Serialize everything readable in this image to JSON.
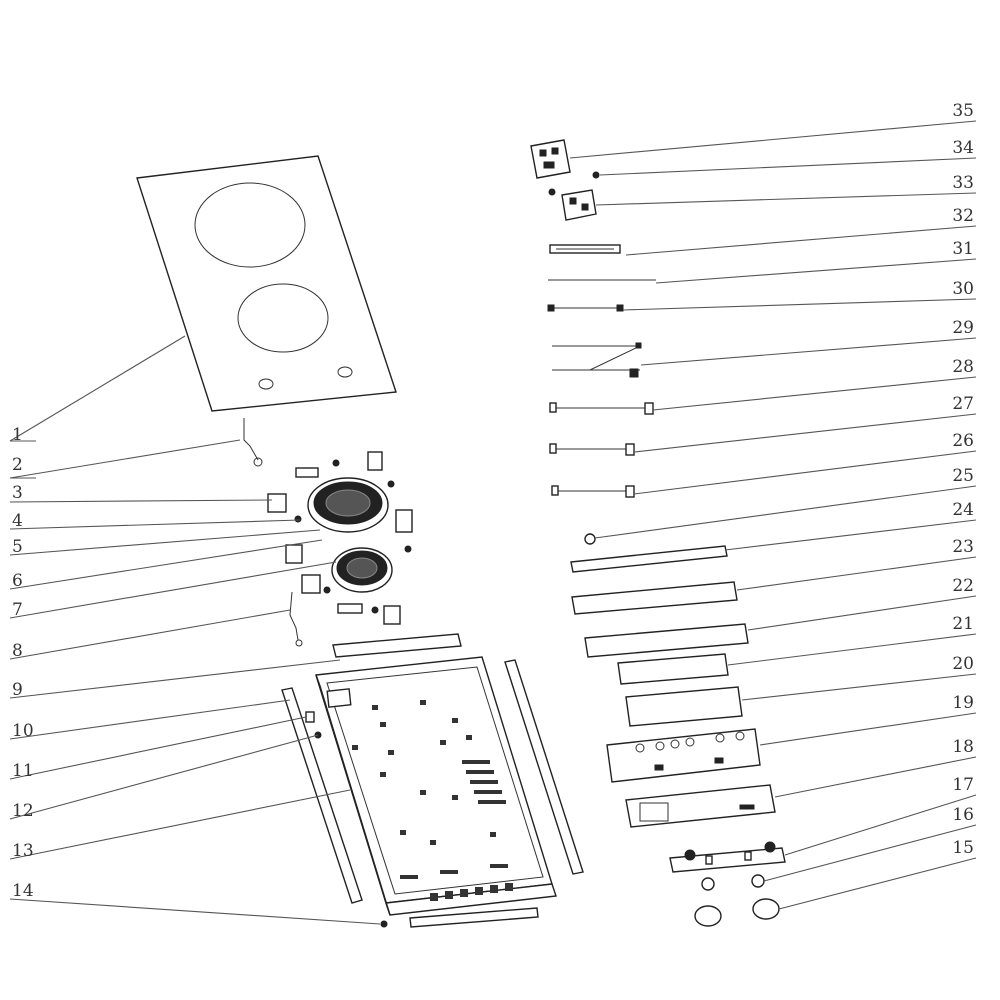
{
  "diagram": {
    "left_callouts": [
      "1",
      "2",
      "3",
      "4",
      "5",
      "6",
      "7",
      "8",
      "9",
      "10",
      "11",
      "12",
      "13",
      "14"
    ],
    "right_callouts": [
      "35",
      "34",
      "33",
      "32",
      "31",
      "30",
      "29",
      "28",
      "27",
      "26",
      "25",
      "24",
      "23",
      "22",
      "21",
      "20",
      "19",
      "18",
      "17",
      "16",
      "15"
    ]
  }
}
